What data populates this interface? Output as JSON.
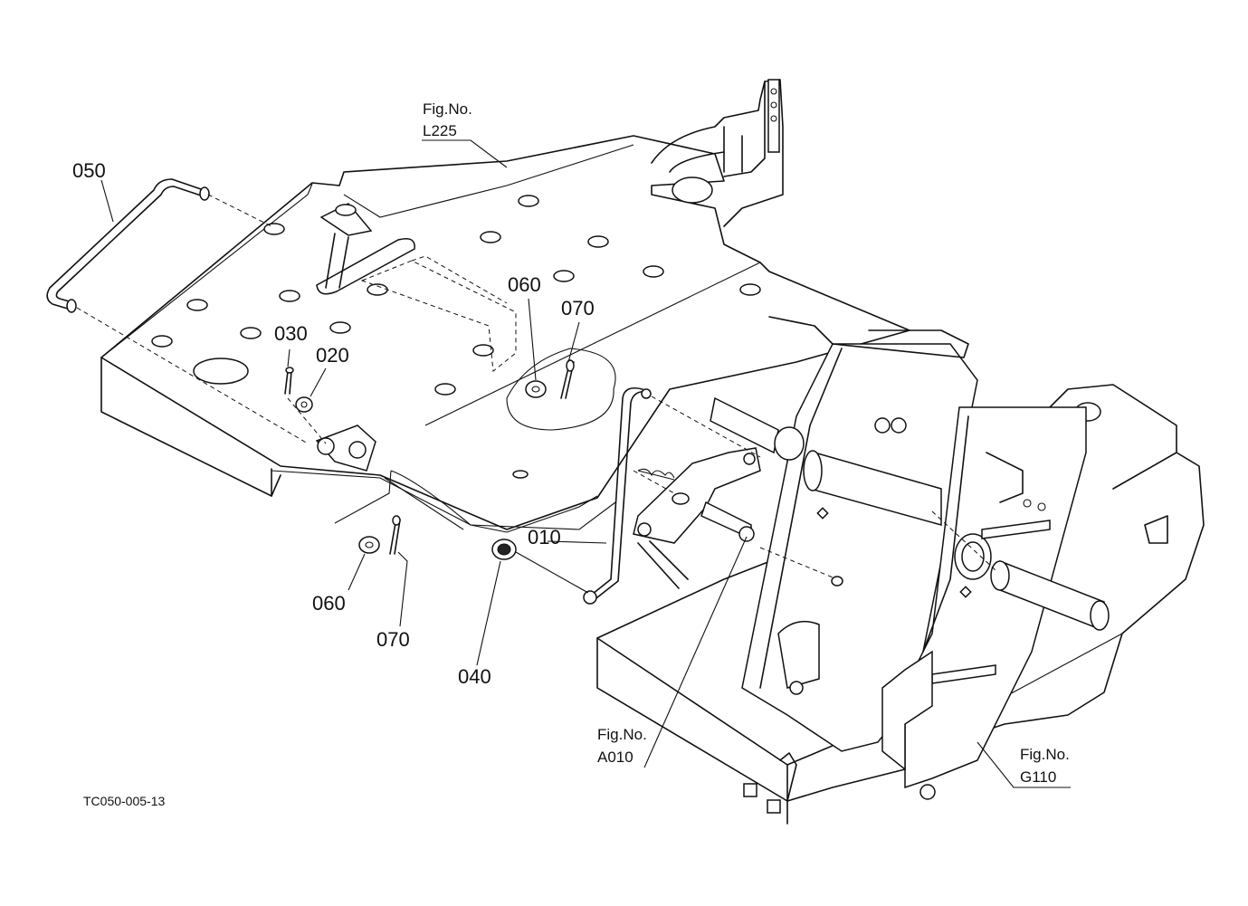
{
  "parts": [
    {
      "label": "050"
    },
    {
      "label": "060"
    },
    {
      "label": "070"
    },
    {
      "label": "030"
    },
    {
      "label": "020"
    },
    {
      "label": "010"
    },
    {
      "label": "060"
    },
    {
      "label": "070"
    },
    {
      "label": "040"
    }
  ],
  "figure_refs": [
    {
      "line1": "Fig.No.",
      "line2": "L225"
    },
    {
      "line1": "Fig.No.",
      "line2": "A010"
    },
    {
      "line1": "Fig.No.",
      "line2": "G110"
    }
  ],
  "drawing_code": "TC050-005-13"
}
